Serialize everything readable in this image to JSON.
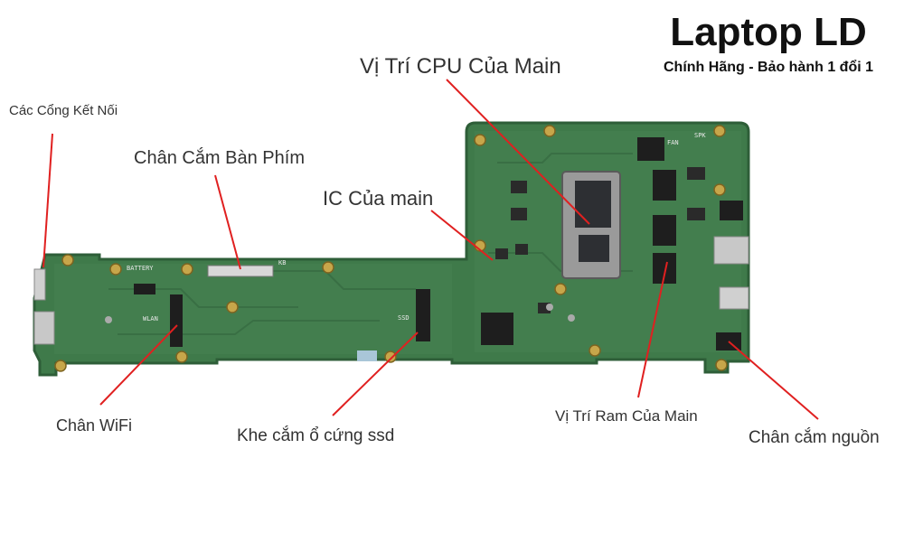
{
  "brand": {
    "title": "Laptop LD",
    "subtitle": "Chính Hãng - Bảo hành 1 đổi 1"
  },
  "callouts": [
    {
      "id": "ports",
      "text": "Các Cổng Kết Nối"
    },
    {
      "id": "keyboard",
      "text": "Chân Cắm Bàn Phím"
    },
    {
      "id": "cpu",
      "text": "Vị Trí CPU Của Main"
    },
    {
      "id": "ic",
      "text": "IC Của main"
    },
    {
      "id": "wifi",
      "text": "Chân WiFi"
    },
    {
      "id": "ssd",
      "text": "Khe cắm ổ cứng ssd"
    },
    {
      "id": "ram",
      "text": "Vị Trí Ram Của Main"
    },
    {
      "id": "power",
      "text": "Chân cắm nguồn"
    }
  ],
  "board_silkscreen": {
    "wlan": "WLAN",
    "battery": "BATTERY",
    "kb": "KB",
    "ssd": "SSD",
    "fan": "FAN",
    "spk": "SPK"
  },
  "colors": {
    "board": "#3f7a4a",
    "board_edge": "#2e5e38",
    "leader_line": "#e02020",
    "text": "#333333"
  }
}
